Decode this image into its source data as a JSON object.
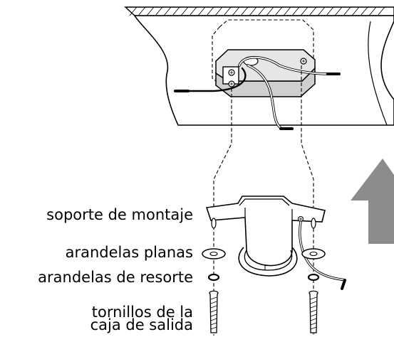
{
  "labels": {
    "mounting_bracket": "soporte de montaje",
    "flat_washers": "arandelas planas",
    "spring_washers": "arandelas de resorte",
    "outlet_box_screws_line1": "tornillos de la",
    "outlet_box_screws_line2": "caja de salida"
  },
  "colors": {
    "line": "#000000",
    "part_fill": "#ffffff",
    "box_shade": "#cfcfcf",
    "arrow_fill": "#8c8c8c"
  }
}
